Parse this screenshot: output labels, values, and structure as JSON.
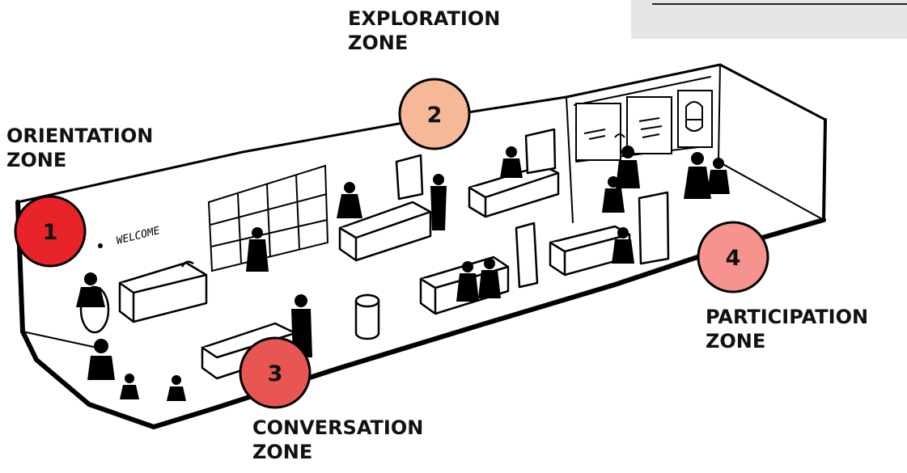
{
  "zones": [
    {
      "number": "1",
      "lines": [
        "ORIENTATION",
        "ZONE"
      ],
      "color": "#e8232a"
    },
    {
      "number": "2",
      "lines": [
        "EXPLORATION",
        "ZONE"
      ],
      "color": "#f6b896"
    },
    {
      "number": "3",
      "lines": [
        "CONVERSATION",
        "ZONE"
      ],
      "color": "#e85654"
    },
    {
      "number": "4",
      "lines": [
        "PARTICIPATION",
        "ZONE"
      ],
      "color": "#f7938f"
    }
  ],
  "wall_sign": "WELCOME",
  "icons": {
    "panel": "info-panel",
    "room": "room-illustration"
  }
}
